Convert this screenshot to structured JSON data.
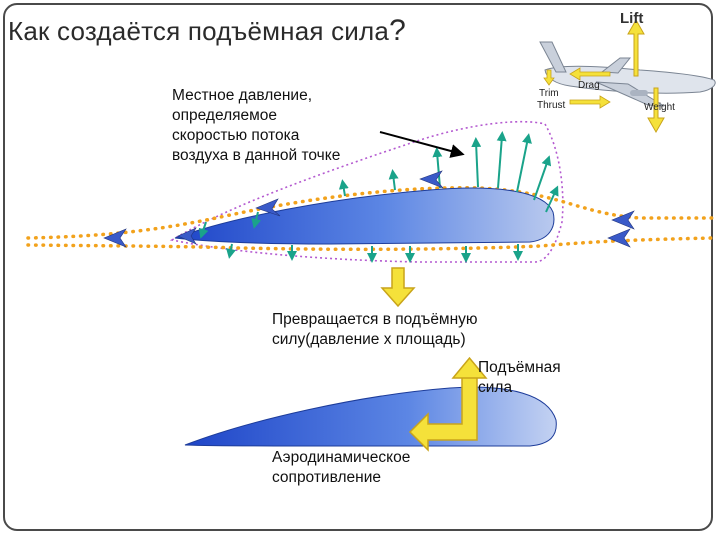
{
  "title": {
    "text": "Как создаётся подъёмная сила",
    "mark": "?"
  },
  "labels": {
    "local_pressure": [
      "Местное давление,",
      "определяемое",
      "скоростью потока",
      "воздуха в данной точке"
    ],
    "converts": [
      "Превращается в подъёмную",
      "силу(давление х площадь)"
    ],
    "lift_force": [
      "Подъёмная",
      "сила"
    ],
    "drag_force": [
      "Аэродинамическое",
      "сопротивление"
    ]
  },
  "aircraft": {
    "lift": "Lift",
    "drag": "Drag",
    "weight": "Weight",
    "trim": "Trim",
    "thrust": "Thrust"
  },
  "colors": {
    "airfoil_dark": "#2f5bd6",
    "airfoil_light": "#b9c9ee",
    "flow_dots": "#f2a21c",
    "pressure_arrows": "#1aa38a",
    "flow_arrows": "#3a5ac8",
    "force_arrows": "#f5e13a",
    "envelope": "#b45ad0"
  }
}
